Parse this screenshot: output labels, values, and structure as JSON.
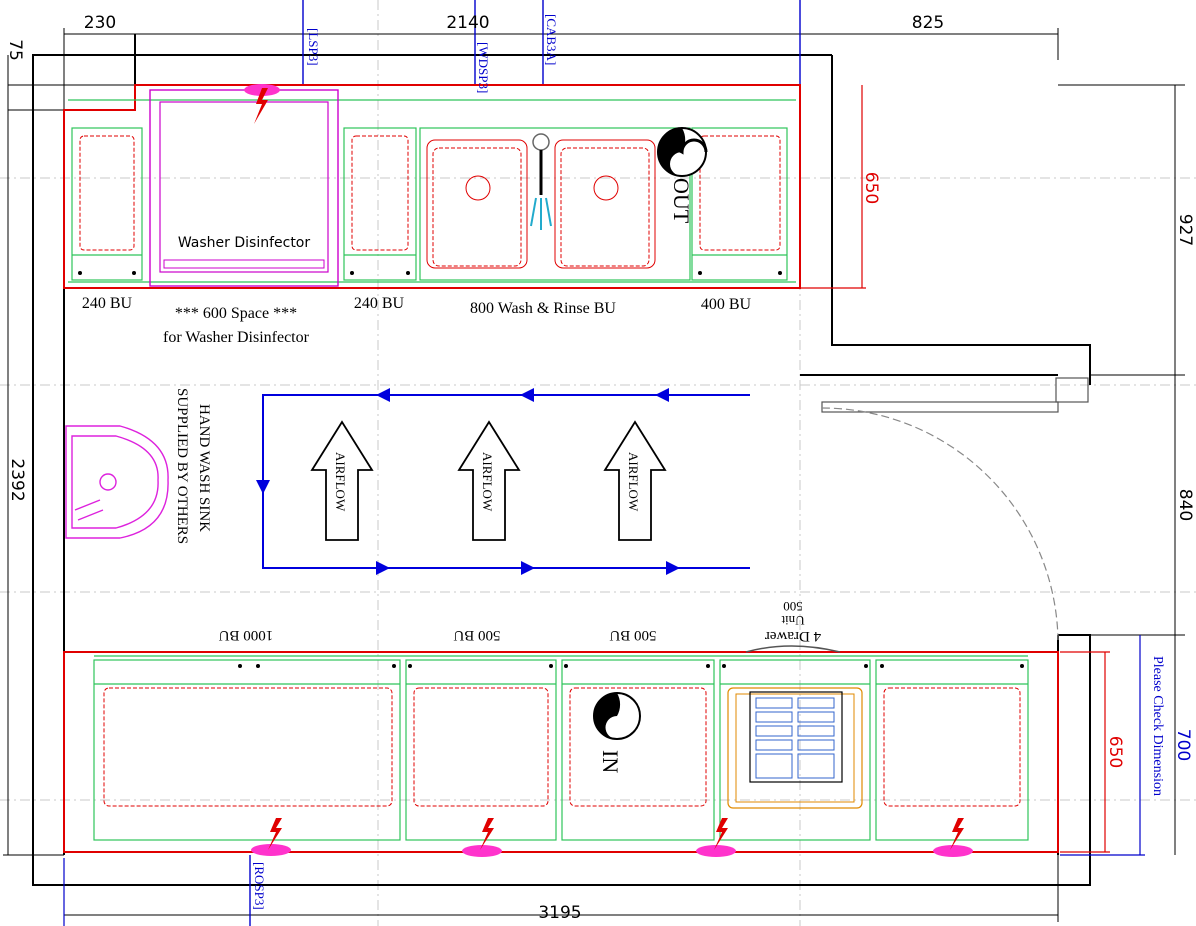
{
  "dimensions": {
    "d230": "230",
    "d2140": "2140",
    "d825": "825",
    "d75": "75",
    "d650_top": "650",
    "d927": "927",
    "d2392": "2392",
    "d840": "840",
    "d650_bottom": "650",
    "d700": "700",
    "d3195": "3195"
  },
  "sockets": {
    "lsp3": "[LSP3]",
    "wdsp3": "[WDSP3]",
    "cab3a": "[CAB3A]",
    "rosp3": "[ROSP3]"
  },
  "labels": {
    "washer_disinfector": "Washer Disinfector",
    "bu240_left": "240 BU",
    "space_line1": "*** 600 Space ***",
    "space_line2": "for Washer Disinfector",
    "bu240_mid": "240 BU",
    "wash_rinse": "800 Wash & Rinse BU",
    "bu400": "400 BU",
    "out": "OUT",
    "in": "IN",
    "hand_sink_line1": "HAND WASH SINK",
    "hand_sink_line2": "SUPPLIED BY OTHERS",
    "airflow": "AIRFLOW",
    "bu1000": "1000 BU",
    "bu500_a": "500 BU",
    "bu500_b": "500 BU",
    "drawer_line1": "4 Drawer",
    "drawer_line2": "Unit",
    "drawer_line3": "500",
    "check_dimension": "Please Check Dimension"
  },
  "colors": {
    "outline": "#000000",
    "bench_red": "#e00000",
    "cabinet_green": "#2ec45a",
    "airflow_blue": "#0000dd",
    "washer_magenta": "#cc00cc",
    "socket_blue": "#0000cc",
    "power_pink": "#ff33cc",
    "grid_dash": "#bbbbbb"
  },
  "icons": [
    "power-bolt-icon",
    "extraction-fan-icon",
    "tap-icon",
    "airflow-arrow-icon"
  ]
}
